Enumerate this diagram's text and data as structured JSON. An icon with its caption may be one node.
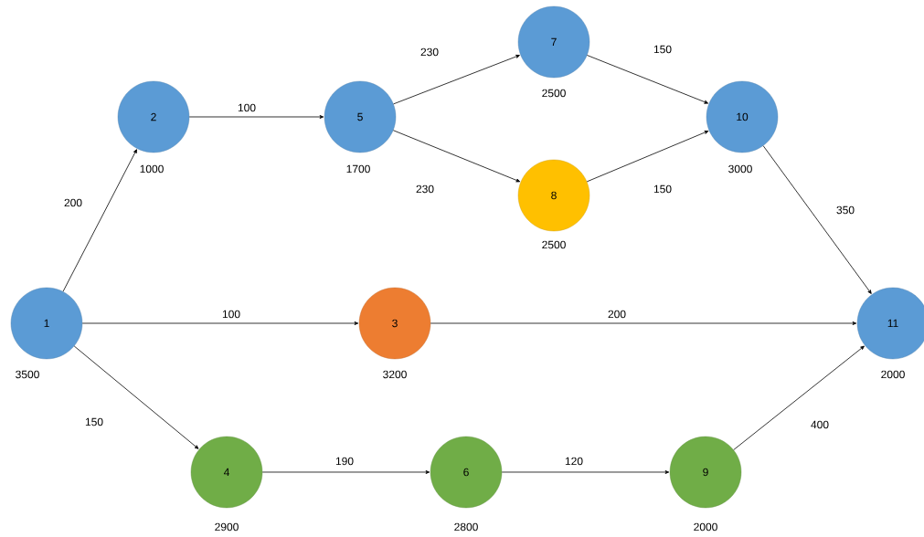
{
  "diagram": {
    "nodes": [
      {
        "text": [
          "1"
        ],
        "beside": [
          "3500"
        ]
      },
      {
        "text": [
          "2"
        ],
        "beside": [
          "1000"
        ]
      },
      {
        "text": [
          "3"
        ],
        "beside": [
          "3200"
        ]
      },
      {
        "text": [
          "4"
        ],
        "beside": [
          "2900"
        ]
      },
      {
        "text": [
          "5"
        ],
        "beside": [
          "1700"
        ]
      },
      {
        "text": [
          "6"
        ],
        "beside": [
          "2800"
        ]
      },
      {
        "text": [
          "7"
        ],
        "beside": [
          "2500"
        ]
      },
      {
        "text": [
          "8"
        ],
        "beside": [
          "2500"
        ]
      },
      {
        "text": [
          "9"
        ],
        "beside": [
          "2000"
        ]
      },
      {
        "text": [
          "10"
        ],
        "beside": [
          "3000"
        ]
      },
      {
        "text": [
          "11"
        ],
        "beside": [
          "2000"
        ]
      }
    ],
    "edges": [
      {
        "from": 0,
        "to": 1,
        "arrow": "to",
        "label": "200"
      },
      {
        "from": 1,
        "to": 4,
        "arrow": "to",
        "label": "100"
      },
      {
        "from": 4,
        "to": 6,
        "arrow": "to",
        "label": "230"
      },
      {
        "from": 4,
        "to": 7,
        "arrow": "to",
        "label": "230"
      },
      {
        "from": 6,
        "to": 9,
        "arrow": "to",
        "label": "150"
      },
      {
        "from": 7,
        "to": 9,
        "arrow": "to",
        "label": "150"
      },
      {
        "from": 9,
        "to": 10,
        "arrow": "to",
        "label": "350"
      },
      {
        "from": 0,
        "to": 2,
        "arrow": "to",
        "label": "100"
      },
      {
        "from": 2,
        "to": 10,
        "arrow": "to",
        "label": "200"
      },
      {
        "from": 0,
        "to": 3,
        "arrow": "to",
        "label": "150"
      },
      {
        "from": 3,
        "to": 5,
        "arrow": "to",
        "label": "190"
      },
      {
        "from": 5,
        "to": 8,
        "arrow": "to",
        "label": "120"
      },
      {
        "from": 8,
        "to": 10,
        "arrow": "to",
        "label": "400"
      }
    ]
  }
}
